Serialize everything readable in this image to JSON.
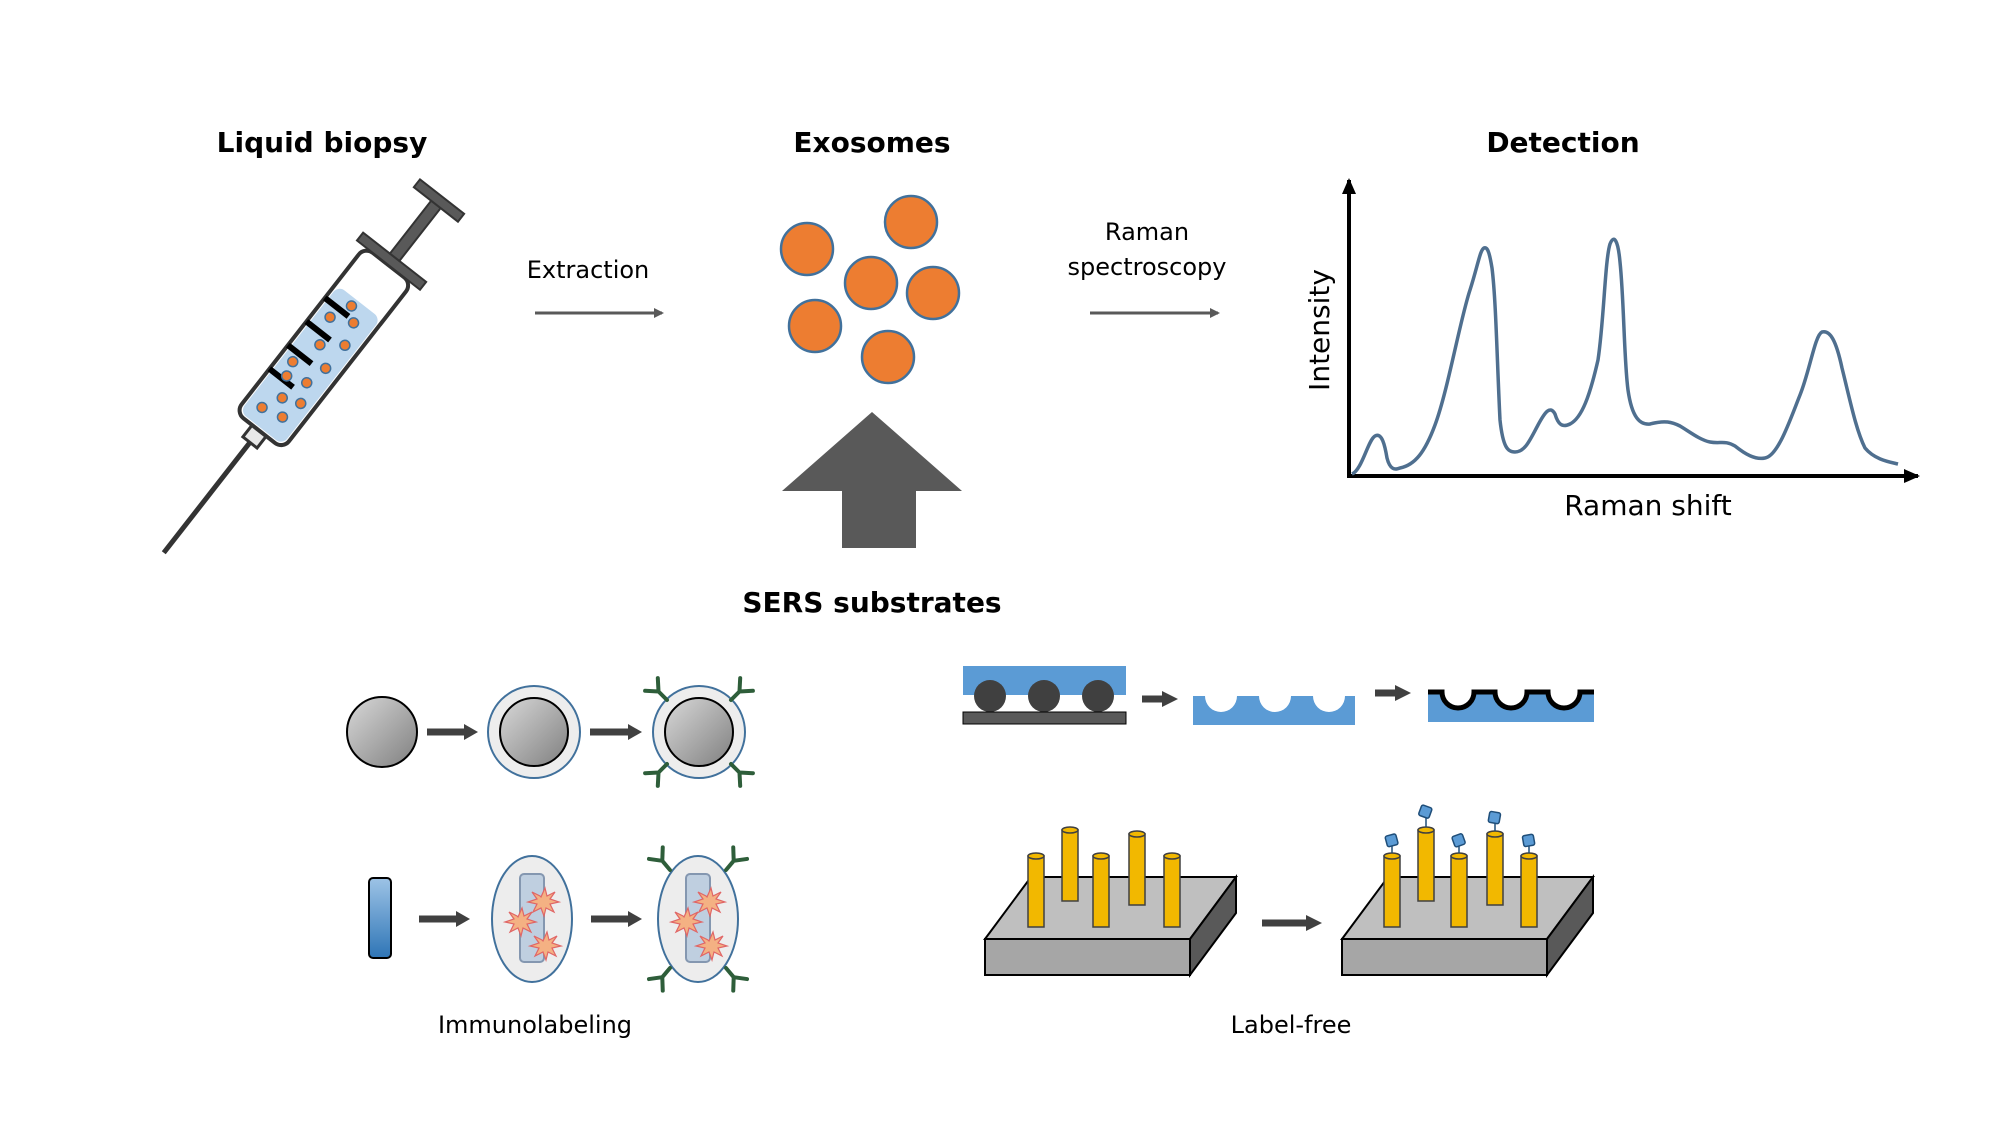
{
  "titles": {
    "liquid_biopsy": "Liquid biopsy",
    "exosomes": "Exosomes",
    "detection": "Detection",
    "sers_substrates": "SERS substrates"
  },
  "arrows": {
    "extraction": "Extraction",
    "raman_line1": "Raman",
    "raman_line2": "spectroscopy"
  },
  "spectrum": {
    "x_label": "Raman shift",
    "y_label": "Intensity"
  },
  "captions": {
    "immunolabeling": "Immunolabeling",
    "label_free": "Label-free"
  },
  "colors": {
    "exosome_fill": "#ED7D31",
    "exosome_stroke": "#41719C",
    "spectrum_line": "#4F6F8F",
    "arrow_gray": "#595959",
    "substrate_blue": "#5B9BD5",
    "nanorod_gold": "#F2B800",
    "antibody_green": "#2E5E3A",
    "plate_gray": "#A6A6A6"
  }
}
